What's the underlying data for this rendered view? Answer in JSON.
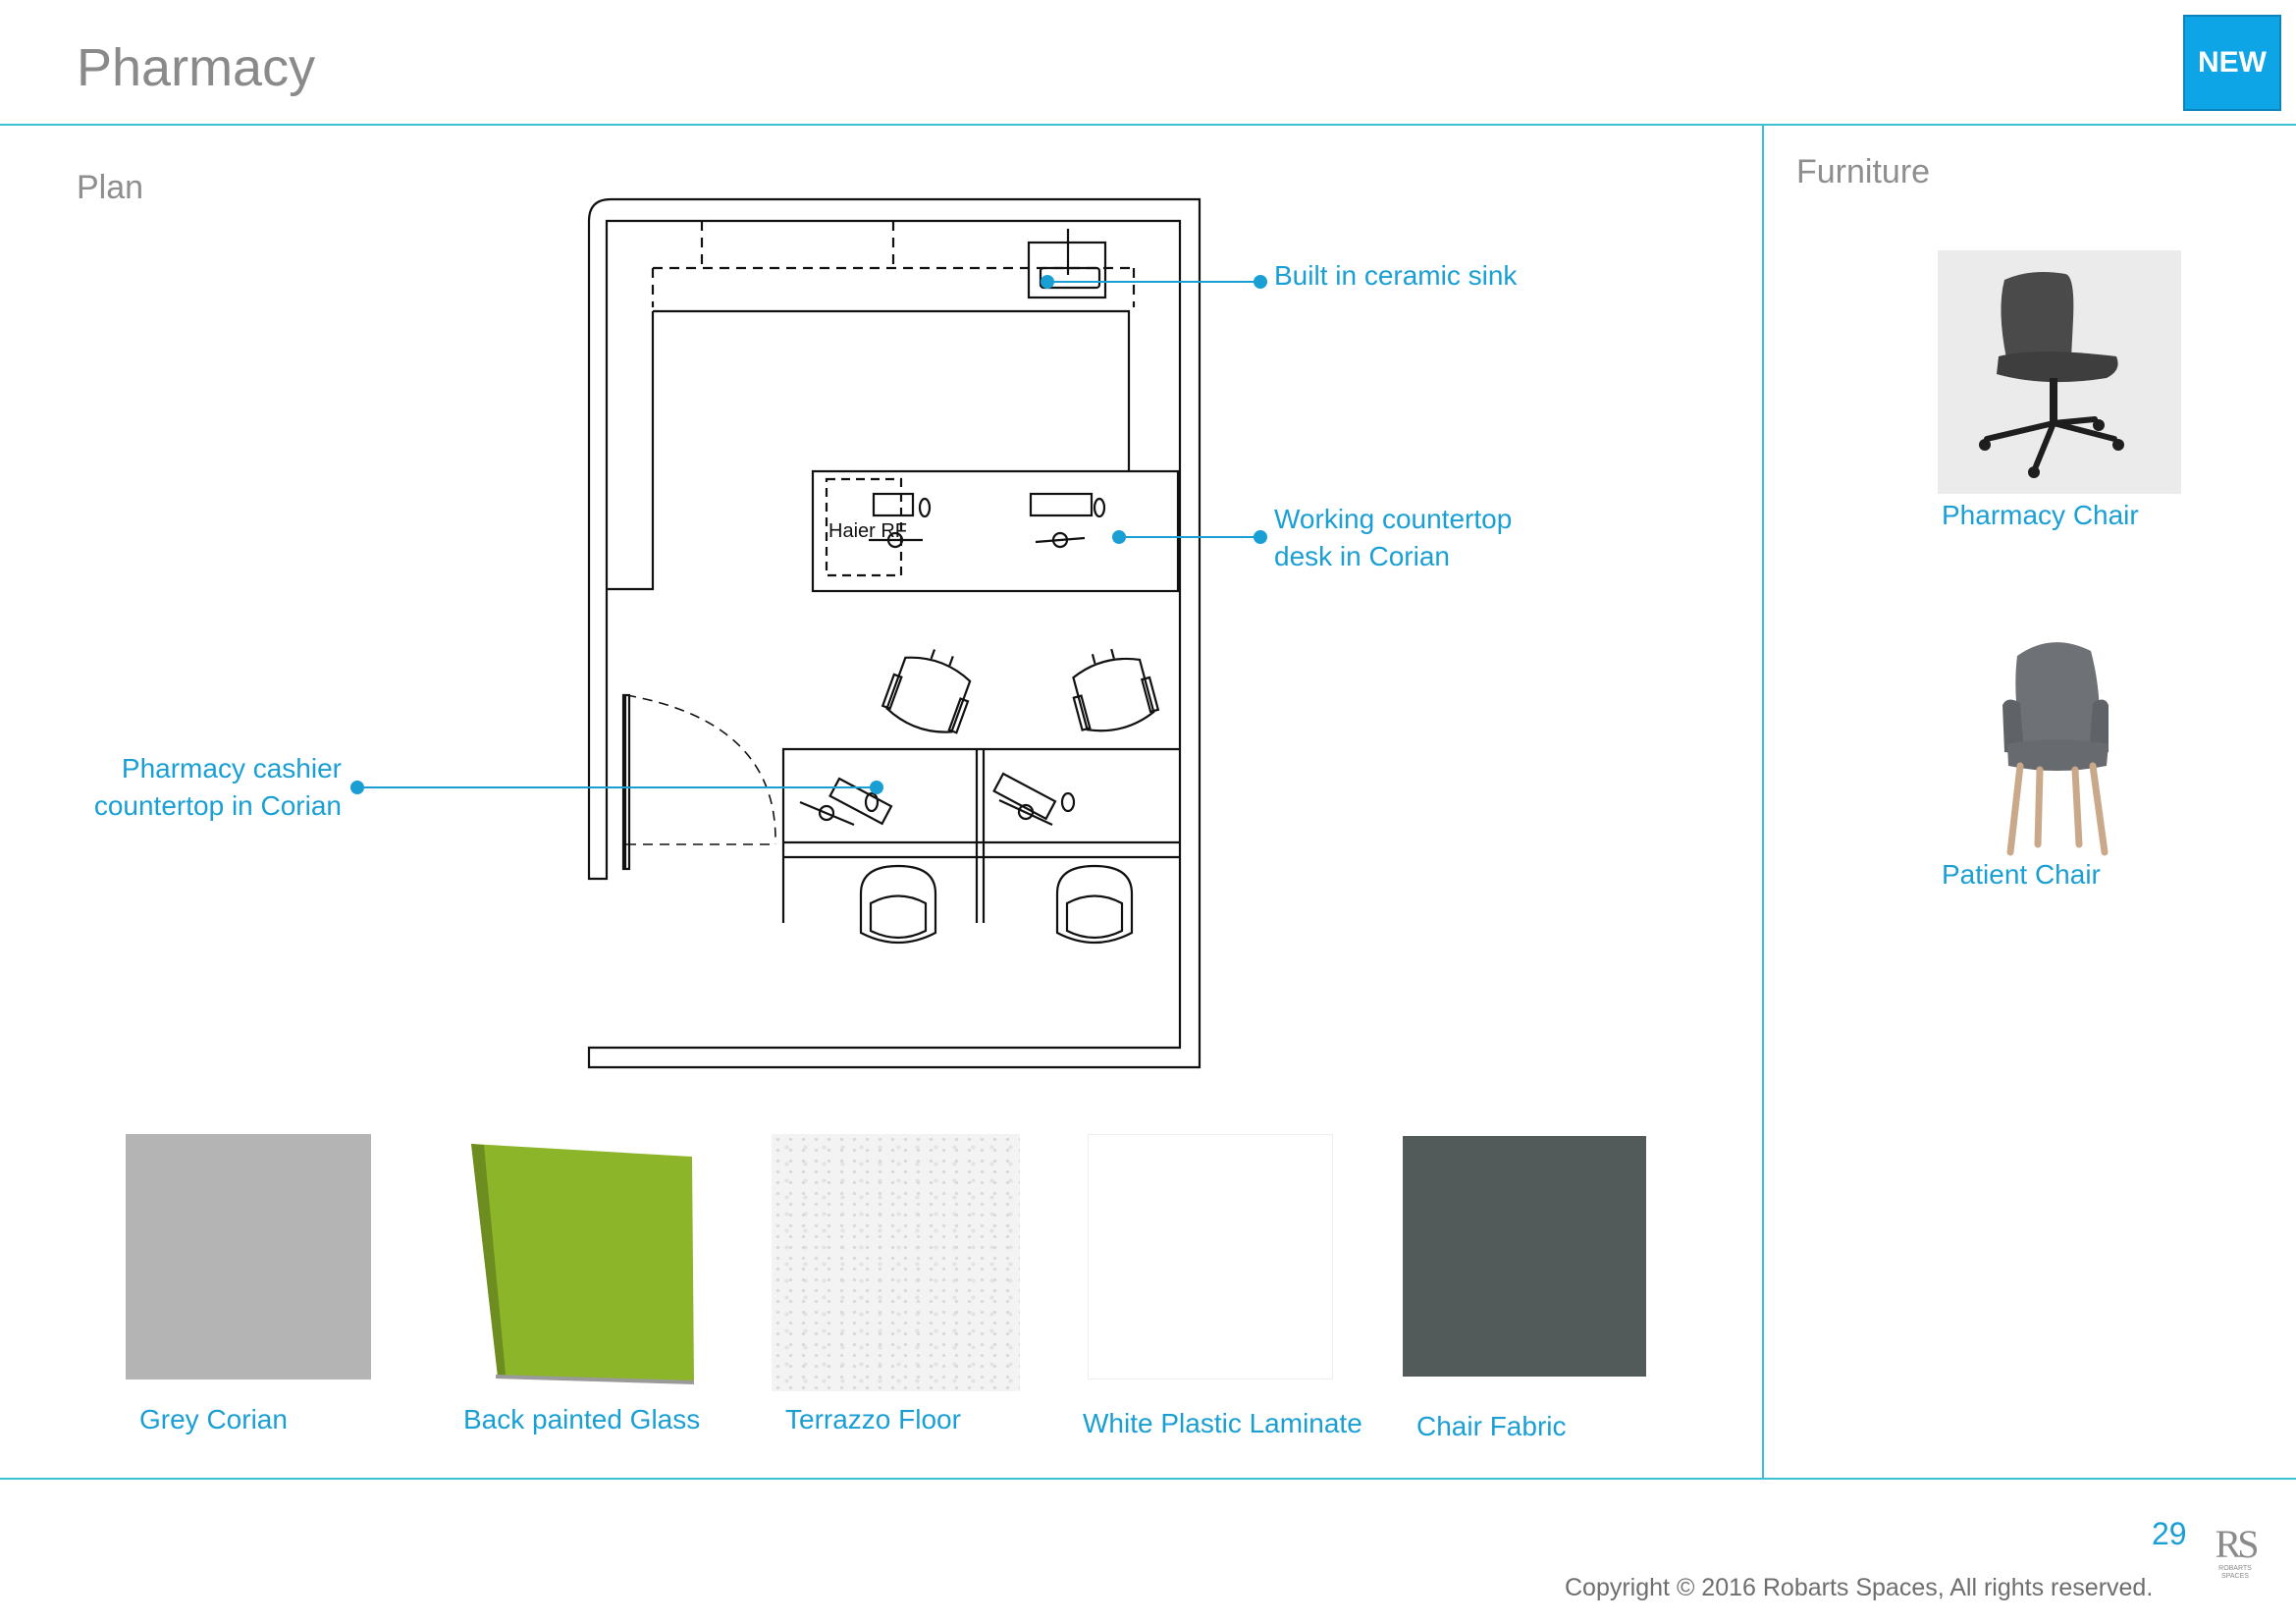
{
  "header": {
    "title": "Pharmacy",
    "badge": "NEW"
  },
  "plan": {
    "heading": "Plan",
    "annotations": {
      "sink": "Built in ceramic sink",
      "working_line1": "Working countertop",
      "working_line2": "desk in Corian",
      "cashier_line1": "Pharmacy cashier",
      "cashier_line2": "countertop in Corian"
    },
    "fridge_label": "Haier RF"
  },
  "furniture": {
    "heading": "Furniture",
    "items": [
      {
        "label": "Pharmacy Chair"
      },
      {
        "label": "Patient Chair"
      }
    ]
  },
  "materials": [
    {
      "label": "Grey Corian",
      "color": "#b4b4b4"
    },
    {
      "label": "Back painted Glass",
      "color": "#8db52a"
    },
    {
      "label": "Terrazzo Floor",
      "color": "#f2f2f2"
    },
    {
      "label": "White Plastic Laminate",
      "color": "#ffffff"
    },
    {
      "label": "Chair Fabric",
      "color": "#535b5a"
    }
  ],
  "footer": {
    "page_number": "29",
    "copyright": "Copyright © 2016 Robarts Spaces, All rights reserved.",
    "logo_text": "RS",
    "logo_subtext": "ROBARTS SPACES"
  },
  "colors": {
    "accent": "#1a9fd4",
    "rule": "#3cc0d4"
  }
}
